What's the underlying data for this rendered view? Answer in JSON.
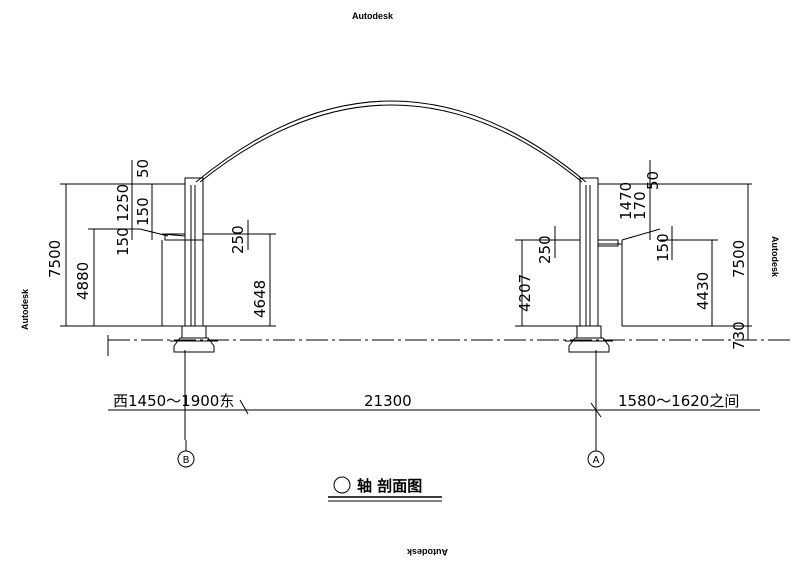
{
  "watermark": {
    "text": "Autodesk"
  },
  "title": {
    "text": "轴 剖面图"
  },
  "axes": {
    "left": "B",
    "right": "A"
  },
  "span": {
    "total": "21300",
    "left_note": "西1450～1900东",
    "right_note": "1580～1620之间"
  },
  "left_dims": {
    "overall": "7500",
    "side": "4880",
    "d1250": "1250",
    "d50": "50",
    "d150a": "150",
    "d150b": "150",
    "d250": "250",
    "d4648": "4648"
  },
  "right_dims": {
    "overall": "7500",
    "side": "4430",
    "d1470": "1470",
    "d170": "170",
    "d50": "50",
    "d150": "150",
    "d250": "250",
    "d4207": "4207",
    "d730": "730"
  }
}
